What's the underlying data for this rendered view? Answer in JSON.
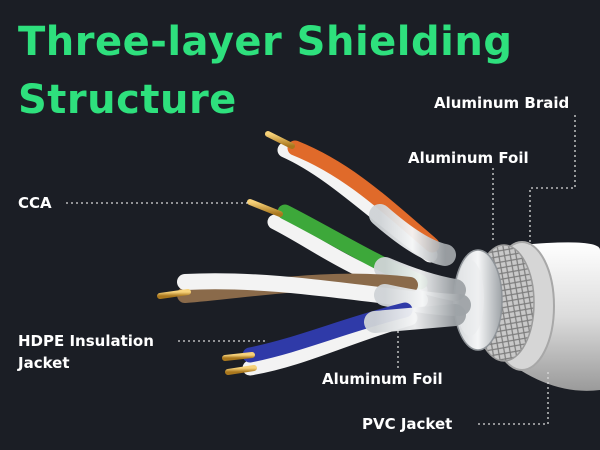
{
  "title": {
    "line1": "Three-layer Shielding",
    "line2": "Structure"
  },
  "labels": {
    "aluminum_braid": "Aluminum Braid",
    "aluminum_foil_top": "Aluminum Foil",
    "cca": "CCA",
    "hdpe_line1": "HDPE Insulation",
    "hdpe_line2": "Jacket",
    "aluminum_foil_bottom": "Aluminum Foil",
    "pvc_jacket": "PVC Jacket"
  },
  "colors": {
    "background": "#1b1e25",
    "title": "#2ee07d",
    "label": "#ffffff",
    "wire_orange": "#e06a2a",
    "wire_green": "#3da83a",
    "wire_brown": "#8a6a4a",
    "wire_blue": "#2f3aa8",
    "copper_tip": "#d9a84a",
    "jacket": "#ececec"
  }
}
